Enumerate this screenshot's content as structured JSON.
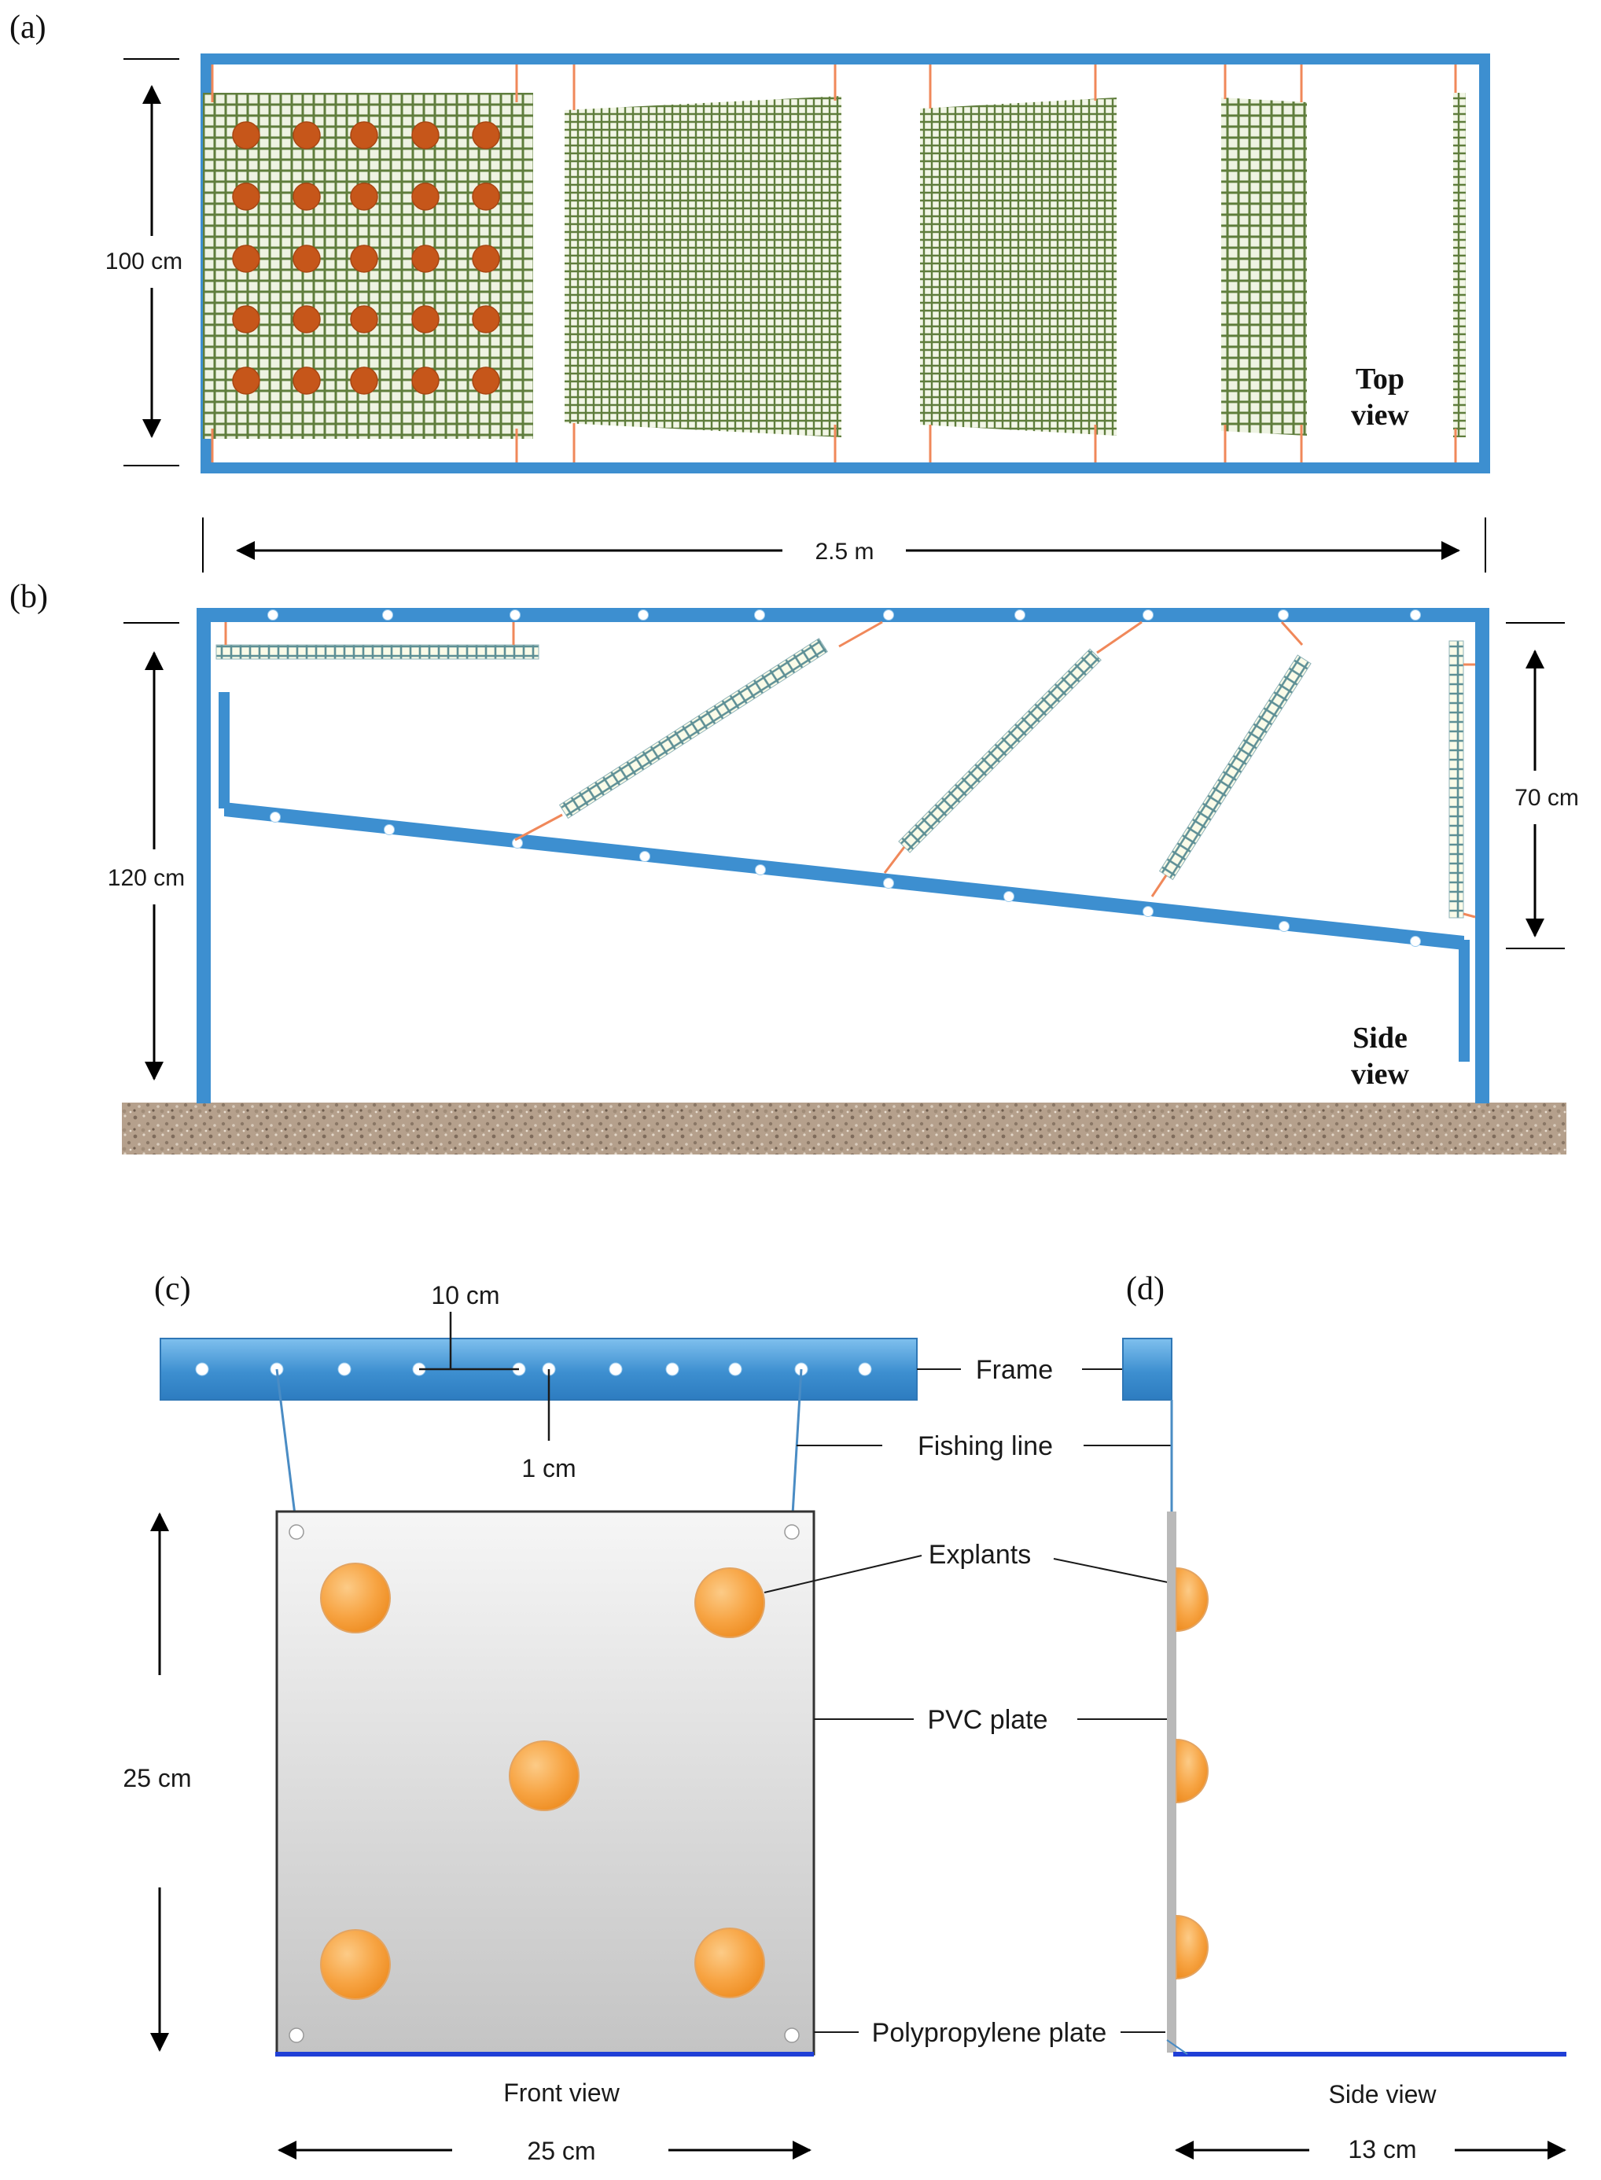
{
  "panels": {
    "a": "(a)",
    "b": "(b)",
    "c": "(c)",
    "d": "(d)"
  },
  "dimensions": {
    "width_a": "100 cm",
    "length": "2.5 m",
    "height_b": "120 cm",
    "span_b": "70 cm",
    "spacing": "10 cm",
    "hole": "1 cm",
    "plate_height": "25 cm",
    "plate_width": "25 cm",
    "side_depth": "13 cm"
  },
  "views": {
    "top_line1": "Top",
    "top_line2": "view",
    "side_line1": "Side",
    "side_line2": "view",
    "front": "Front view",
    "side": "Side view"
  },
  "callouts": {
    "frame": "Frame",
    "fishing_line": "Fishing line",
    "explants": "Explants",
    "pvc_plate": "PVC plate",
    "polypropylene_plate": "Polypropylene plate"
  },
  "colors": {
    "frame_blue": "#3d8fd0",
    "mesh_green": "#5f7d3c",
    "explant_brown": "#c6561a",
    "explant_orange": "#f7a443",
    "line_orange": "#f0885a",
    "polypropylene_blue": "#1f3fd6",
    "ground": "#b19a86"
  }
}
